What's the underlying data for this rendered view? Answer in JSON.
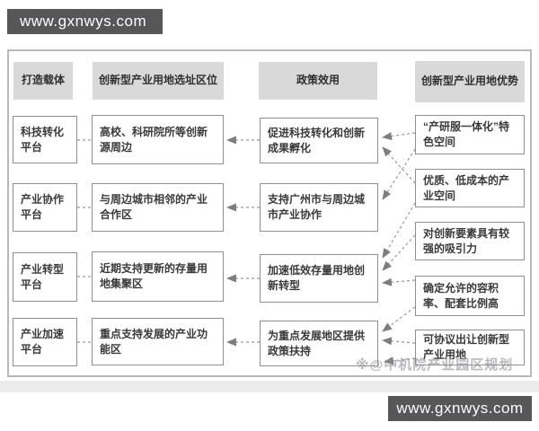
{
  "watermarks": {
    "top_banner": "www.gxnwys.com",
    "bottom_banner": "www.gxnwys.com",
    "diagram_credit": "※@中机院产业园区规划"
  },
  "headers": {
    "carrier": "打造载体",
    "site": "创新型产业用地选址区位",
    "policy": "政策效用",
    "advantage": "创新型产业用地优势"
  },
  "rows": [
    {
      "carrier": "科技转化平台",
      "site": "高校、科研院所等创新源周边",
      "policy": "促进科技转化和创新成果孵化"
    },
    {
      "carrier": "产业协作平台",
      "site": "与周边城市相邻的产业合作区",
      "policy": "支持广州市与周边城市产业协作"
    },
    {
      "carrier": "产业转型平台",
      "site": "近期支持更新的存量用地集聚区",
      "policy": "加速低效存量用地创新转型"
    },
    {
      "carrier": "产业加速平台",
      "site": "重点支持发展的产业功能区",
      "policy": "为重点发展地区提供政策扶持"
    }
  ],
  "advantages": [
    {
      "label": "“产研服一体化”特色空间"
    },
    {
      "label": "优质、低成本的产业空间"
    },
    {
      "label": "对创新要素具有较强的吸引力"
    },
    {
      "label": "确定允许的容积率、配套比例高"
    },
    {
      "label": "可协议出让创新型产业用地"
    }
  ],
  "colors": {
    "header_fill": "#d9d9d9",
    "box_border": "#8f8f8f",
    "banner_bg": "#57575a",
    "connector": "#999999",
    "arrowhead": "#7e7e7e"
  }
}
